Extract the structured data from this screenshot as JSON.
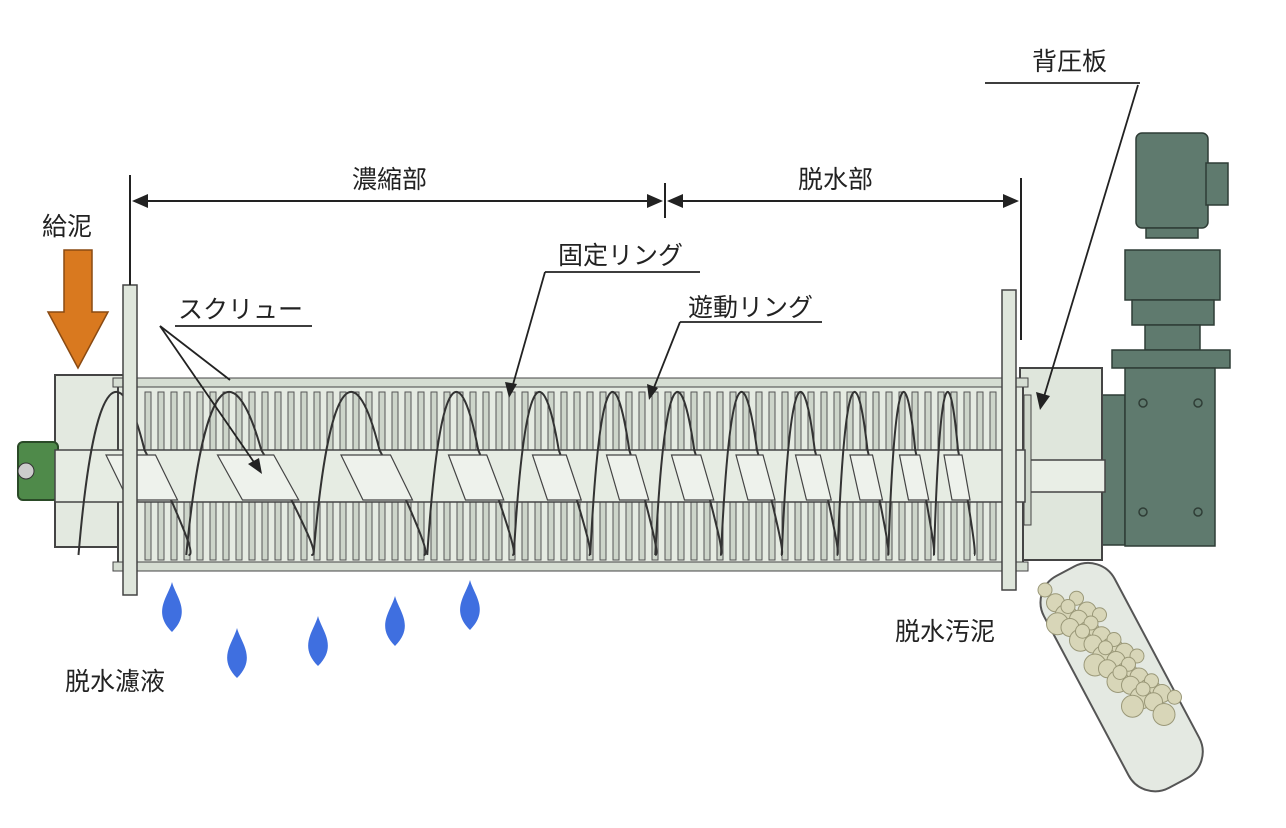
{
  "labels": {
    "back_pressure_plate": "背圧板",
    "thickening_zone": "濃縮部",
    "dewatering_zone": "脱水部",
    "sludge_feed": "給泥",
    "fixed_ring": "固定リング",
    "moving_ring": "遊動リング",
    "screw": "スクリュー",
    "dewatered_sludge": "脱水汚泥",
    "filtrate": "脱水濾液"
  },
  "colors": {
    "body": "#e2e8df",
    "motor": "#5f7a6e",
    "hub": "#4f8a4a",
    "feed_arrow": "#d9791f",
    "drop": "#3f6fe0",
    "line": "#333333"
  }
}
